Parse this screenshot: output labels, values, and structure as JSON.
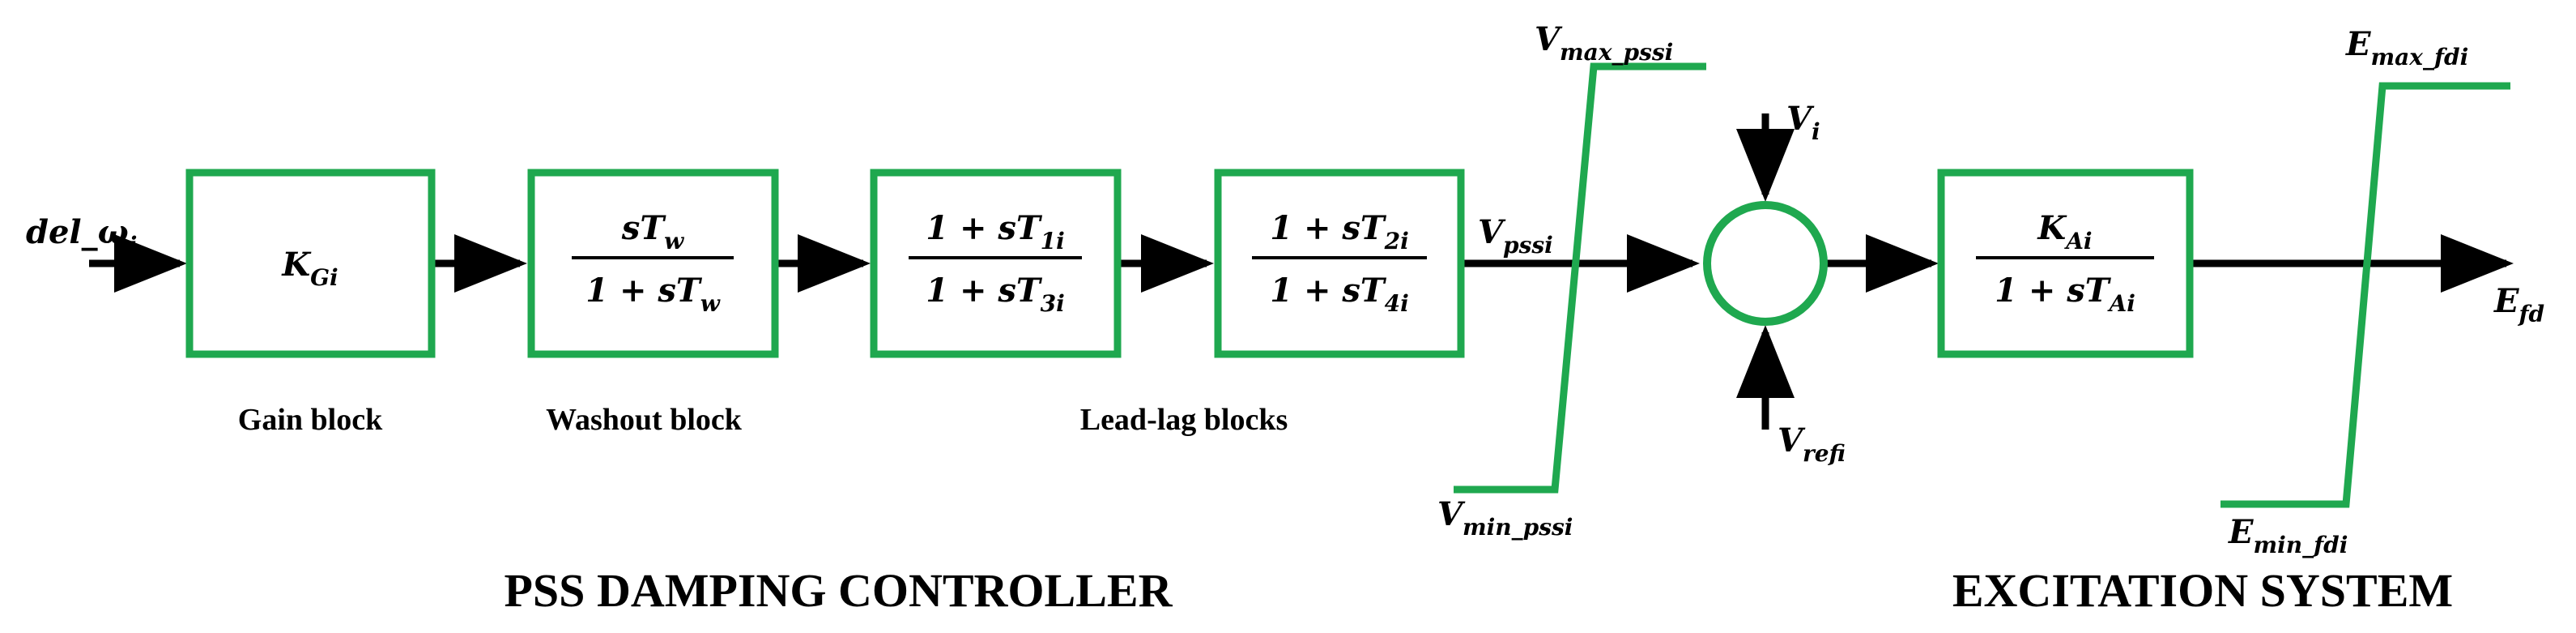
{
  "input": {
    "name": "del_",
    "symbol": "ω",
    "sub": "i"
  },
  "blocks": {
    "gain": {
      "num": "K",
      "num_sub": "Gi"
    },
    "washout": {
      "num": "sT",
      "num_sub": "w",
      "den_pre": "1 + sT",
      "den_sub": "w"
    },
    "leadlag1": {
      "num_pre": "1 + sT",
      "num_sub": "1i",
      "den_pre": "1 + sT",
      "den_sub": "3i"
    },
    "leadlag2": {
      "num_pre": "1 + sT",
      "num_sub": "2i",
      "den_pre": "1 + sT",
      "den_sub": "4i"
    },
    "exciter": {
      "num": "K",
      "num_sub": "Ai",
      "den_pre": "1 + sT",
      "den_sub": "Ai"
    }
  },
  "block_labels": {
    "gain": "Gain block",
    "washout": "Washout block",
    "leadlag": "Lead-lag blocks"
  },
  "signals": {
    "vpss": {
      "main": "V",
      "sub": "pssi"
    },
    "vmax": {
      "main": "V",
      "sub": "max_pssi"
    },
    "vmin": {
      "main": "V",
      "sub": "min_pssi"
    },
    "vi": {
      "main": "V",
      "sub": "i"
    },
    "vref": {
      "main": "V",
      "sub": "refi"
    },
    "emax": {
      "main": "E",
      "sub": "max_fdi"
    },
    "emin": {
      "main": "E",
      "sub": "min_fdi"
    },
    "efd": {
      "main": "E",
      "sub": "fd"
    }
  },
  "titles": {
    "pss": "PSS DAMPING CONTROLLER",
    "exc": "EXCITATION SYSTEM"
  },
  "colors": {
    "block_border": "#1fa84f",
    "wire": "#000000"
  }
}
